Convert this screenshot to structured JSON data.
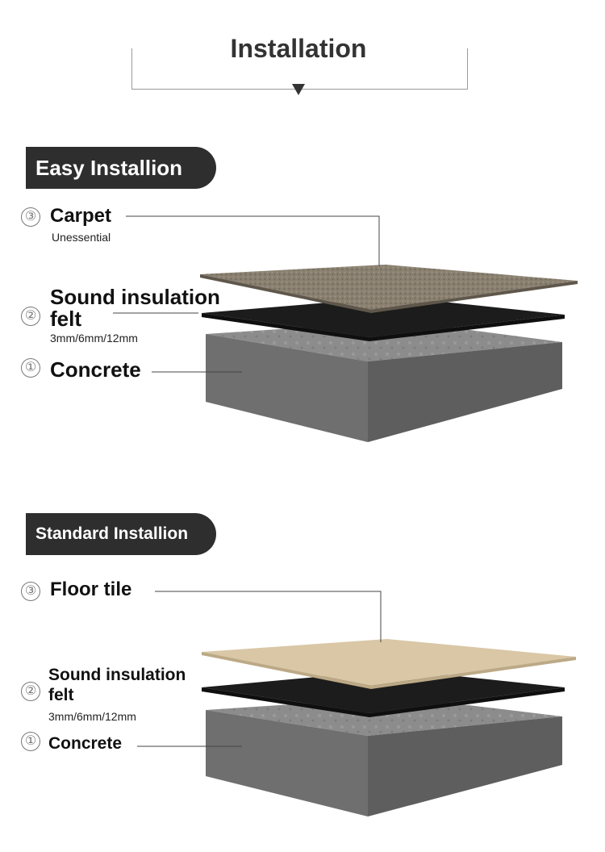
{
  "header": {
    "title": "Installation"
  },
  "sections": [
    {
      "title": "Easy Installion",
      "layers": [
        {
          "number": "③",
          "name": "Carpet",
          "note": "Unessential"
        },
        {
          "number": "②",
          "name_line1": "Sound insulation",
          "name_line2": "felt",
          "note": "3mm/6mm/12mm"
        },
        {
          "number": "①",
          "name": "Concrete"
        }
      ]
    },
    {
      "title": "Standard Installion",
      "layers": [
        {
          "number": "③",
          "name": "Floor tile"
        },
        {
          "number": "②",
          "name_line1": "Sound insulation",
          "name_line2": "felt",
          "note": "3mm/6mm/12mm"
        },
        {
          "number": "①",
          "name": "Concrete"
        }
      ]
    }
  ],
  "colors": {
    "pill_bg": "#2e2e2e",
    "carpet": "#8a8070",
    "felt": "#1c1c1c",
    "concrete_top": "#8c8c8c",
    "concrete_front": "#6f6f6f",
    "concrete_side": "#5e5e5e",
    "floor_tile": "#d9c7a6"
  }
}
